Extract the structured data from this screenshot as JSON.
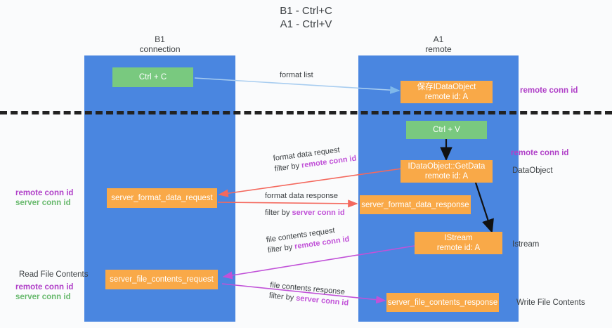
{
  "title": {
    "line1": "B1 - Ctrl+C",
    "line2": "A1 - Ctrl+V"
  },
  "columns": [
    {
      "name": "B1",
      "role": "connection"
    },
    {
      "name": "A1",
      "role": "remote"
    }
  ],
  "nodes": {
    "ctrl_c": {
      "label": "Ctrl + C"
    },
    "save_idataobject": {
      "line1": "保存IDataObject",
      "line2": "remote id: A"
    },
    "ctrl_v": {
      "label": "Ctrl + V"
    },
    "getdata": {
      "line1": "IDataObject::GetData",
      "line2": "remote id: A"
    },
    "server_format_data_request": {
      "label": "server_format_data_request"
    },
    "server_format_data_response": {
      "label": "server_format_data_response"
    },
    "istream": {
      "line1": "IStream",
      "line2": "remote id: A"
    },
    "server_file_contents_request": {
      "label": "server_file_contents_request"
    },
    "server_file_contents_response": {
      "label": "server_file_contents_response"
    }
  },
  "edge_labels": {
    "format_list": {
      "text": "format list"
    },
    "format_data_request": {
      "line1": "format data request",
      "filter_prefix": "filter by ",
      "filter_key": "remote conn id"
    },
    "format_data_response": {
      "line1": "format data response",
      "filter_prefix": "filter by ",
      "filter_key": "server conn id"
    },
    "file_contents_request": {
      "line1": "file contents request",
      "filter_prefix": "filter by ",
      "filter_key": "remote conn id"
    },
    "file_contents_response": {
      "line1": "file contents response",
      "filter_prefix": "filter by ",
      "filter_key": "server conn id"
    }
  },
  "side_labels": {
    "right_top_remote_conn_id": "remote conn id",
    "right_mid_remote_conn_id": "remote conn id",
    "right_dataobject": "DataObject",
    "right_istream": "Istream",
    "right_write_file_contents": "Write File Contents",
    "left_remote_conn_id_1": "remote conn id",
    "left_server_conn_id_1": "server conn id",
    "left_read_file_contents": "Read File Contents",
    "left_remote_conn_id_2": "remote conn id",
    "left_server_conn_id_2": "server conn id"
  },
  "colors": {
    "lane": "#4a86e0",
    "node_orange": "#f9a948",
    "node_green": "#79c97f",
    "purple": "#b040c8",
    "green_text": "#6aba6f",
    "arrow_blue": "#a8cdf0",
    "arrow_red": "#f4695e",
    "arrow_magenta": "#c152d8",
    "arrow_black": "#111111",
    "background": "#fafbfc",
    "divider": "#222222"
  }
}
